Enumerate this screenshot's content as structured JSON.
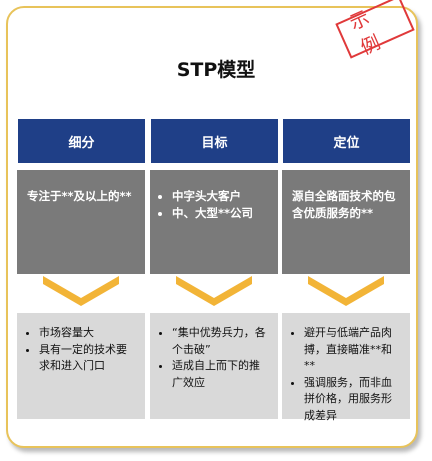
{
  "stamp": "示例",
  "title": "STP模型",
  "columns": [
    {
      "header": "细分",
      "top_text": "专注于**及以上的**",
      "bottom_items": [
        "市场容量大",
        "具有一定的技术要求和进入门口"
      ]
    },
    {
      "header": "目标",
      "top_items": [
        "中字头大客户",
        "中、大型**公司"
      ],
      "bottom_items": [
        "“集中优势兵力，各个击破”",
        "适成自上而下的推广效应"
      ]
    },
    {
      "header": "定位",
      "top_text": "源自全路面技术的包含优质服务的**",
      "bottom_items": [
        "避开与低端产品肉搏，直接瞄准**和**",
        "强调服务，而非血拼价格，用服务形成差异"
      ]
    }
  ],
  "colors": {
    "frame_border": "#e8c35a",
    "header_blue": "#1f3f87",
    "grey_box": "#7a7a7a",
    "light_box": "#d9d9d9",
    "chevron": "#f2b437",
    "stamp_red": "#e0393a"
  }
}
